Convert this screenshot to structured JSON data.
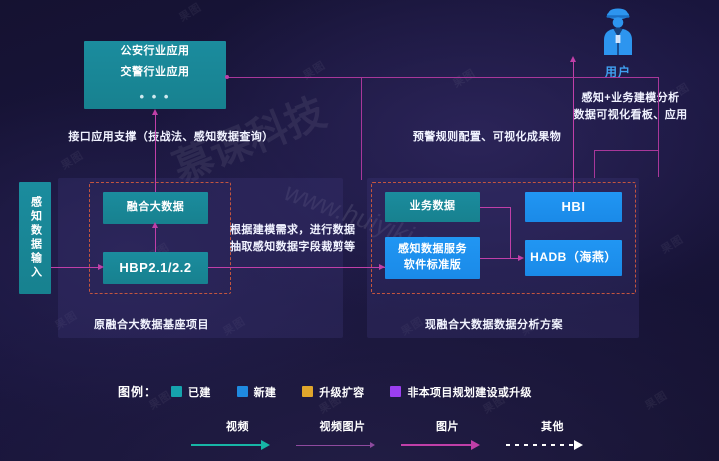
{
  "diagram": {
    "top_application_box": {
      "lines": [
        "公安行业应用",
        "交警行业应用"
      ],
      "ellipsis": "• • •",
      "color": "#17818f",
      "type": "已建"
    },
    "interface_note": "接口应用支撑（技战法、感知数据查询）",
    "alert_note": "预警规则配置、可视化成果物",
    "modeling_note_lines": [
      "根据建模需求，进行数据",
      "抽取感知数据字段裁剪等"
    ],
    "user": {
      "label": "用户",
      "icon": "police-officer-icon",
      "color": "#2d95ef",
      "note_lines": [
        "感知+业务建模分析",
        "数据可视化看板、应用"
      ]
    },
    "input_box": {
      "label": "感知数据输入",
      "color": "#1b8c9e"
    },
    "left_group": {
      "panel_label": "原融合大数据基座项目",
      "boxes": [
        {
          "label": "融合大数据",
          "color": "#17818f",
          "type": "已建"
        },
        {
          "label": "HBP2.1/2.2",
          "color": "#17818f",
          "type": "已建"
        }
      ]
    },
    "right_group": {
      "panel_label": "现融合大数据数据分析方案",
      "boxes": [
        {
          "label": "业务数据",
          "color": "#17818f",
          "type": "已建"
        },
        {
          "label": "感知数据服务软件标准版",
          "lines": [
            "感知数据服务",
            "软件标准版"
          ],
          "color": "#2196f3",
          "type": "新建"
        },
        {
          "label": "HBI",
          "color": "#2196f3",
          "type": "新建"
        },
        {
          "label": "HADB（海燕）",
          "color": "#2196f3",
          "type": "新建"
        }
      ]
    }
  },
  "legend": {
    "title": "图例：",
    "items": [
      {
        "label": "已建",
        "color": "#16a3ad"
      },
      {
        "label": "新建",
        "color": "#1f8ae0"
      },
      {
        "label": "升级扩容",
        "color": "#e0a62c"
      },
      {
        "label": "非本项目规划建设或升级",
        "color": "#9b3ff0"
      }
    ],
    "arrows": [
      {
        "label": "视频",
        "color": "#17b5a6",
        "style": "solid"
      },
      {
        "label": "视频图片",
        "color": "#8e4a9e",
        "style": "thin"
      },
      {
        "label": "图片",
        "color": "#c03fa8",
        "style": "solid"
      },
      {
        "label": "其他",
        "color": "#ffffff",
        "style": "dotted"
      }
    ]
  },
  "watermarks": {
    "brand": "果图",
    "big": "慕课科技",
    "url": "www.huiyikj.com"
  }
}
